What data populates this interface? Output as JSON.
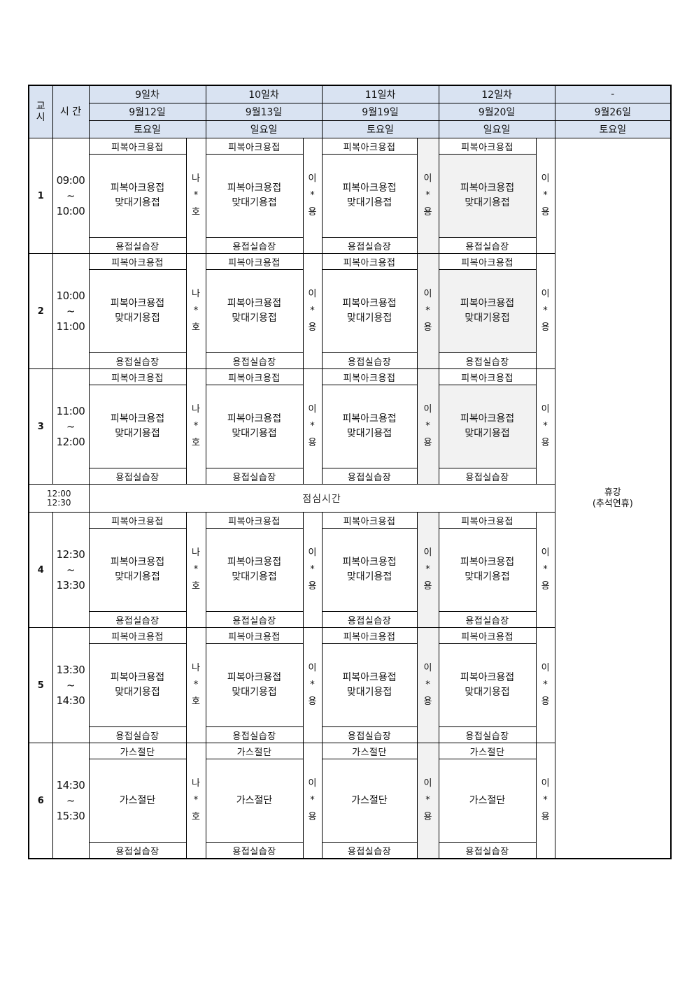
{
  "header": {
    "period_label": [
      "교",
      "시"
    ],
    "time_label": "시 간",
    "days": [
      {
        "day": "9일차",
        "date": "9월12일",
        "weekday": "토요일"
      },
      {
        "day": "10일차",
        "date": "9월13일",
        "weekday": "일요일"
      },
      {
        "day": "11일차",
        "date": "9월19일",
        "weekday": "토요일"
      },
      {
        "day": "12일차",
        "date": "9월20일",
        "weekday": "일요일"
      },
      {
        "day": "-",
        "date": "9월26일",
        "weekday": "토요일"
      }
    ]
  },
  "teachers": [
    [
      "나",
      "*",
      "호"
    ],
    [
      "이",
      "*",
      "용"
    ],
    [
      "이",
      "*",
      "용"
    ],
    [
      "이",
      "*",
      "용"
    ]
  ],
  "place": "용접실습장",
  "periods": [
    {
      "num": "1",
      "start": "09:00",
      "sep": "~",
      "end": "10:00",
      "subject_top": "피복아크용접",
      "subject_lines": [
        "피복아크용접",
        "맞대기용접"
      ]
    },
    {
      "num": "2",
      "start": "10:00",
      "sep": "~",
      "end": "11:00",
      "subject_top": "피복아크용접",
      "subject_lines": [
        "피복아크용접",
        "맞대기용접"
      ]
    },
    {
      "num": "3",
      "start": "11:00",
      "sep": "~",
      "end": "12:00",
      "subject_top": "피복아크용접",
      "subject_lines": [
        "피복아크용접",
        "맞대기용접"
      ]
    },
    {
      "num": "4",
      "start": "12:30",
      "sep": "~",
      "end": "13:30",
      "subject_top": "피복아크용접",
      "subject_lines": [
        "피복아크용접",
        "맞대기용접"
      ]
    },
    {
      "num": "5",
      "start": "13:30",
      "sep": "~",
      "end": "14:30",
      "subject_top": "피복아크용접",
      "subject_lines": [
        "피복아크용접",
        "맞대기용접"
      ]
    },
    {
      "num": "6",
      "start": "14:30",
      "sep": "~",
      "end": "15:30",
      "subject_top": "가스절단",
      "subject_lines": [
        "가스절단"
      ]
    }
  ],
  "lunch": {
    "start": "12:00",
    "end": "12:30",
    "label": "점심시간"
  },
  "holiday": {
    "line1": "휴강",
    "line2": "(추석연휴)"
  },
  "colors": {
    "header_bg": "#d9e3f2",
    "highlight_bg": "#f2f2f2",
    "border": "#000000"
  }
}
